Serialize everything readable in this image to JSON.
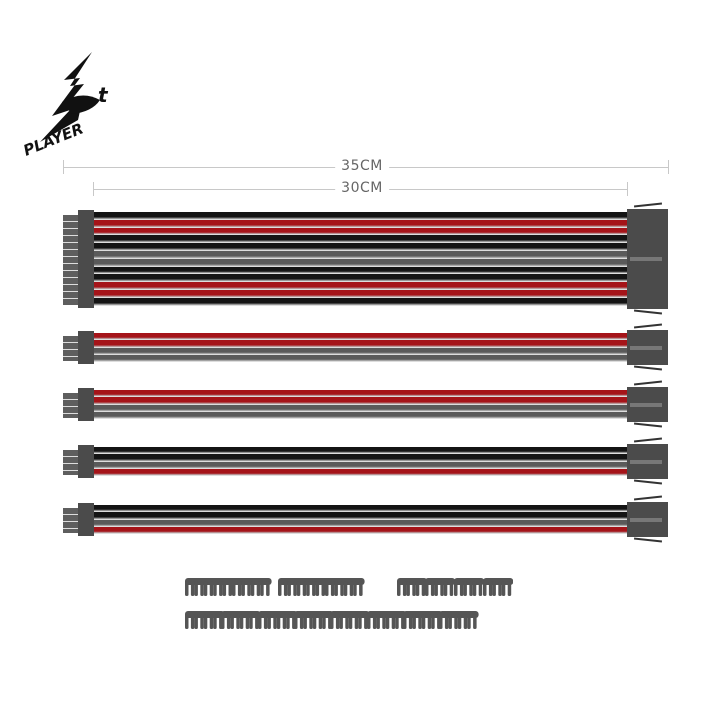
{
  "logo": {
    "text": "1st PLAYER"
  },
  "dimensions": {
    "outer_label": "35CM",
    "inner_label": "30CM",
    "line_color": "#c8c8c8"
  },
  "colors": {
    "black": "#141414",
    "red": "#a51419",
    "grey": "#5a5a5a",
    "connector": "#4b4b4b"
  },
  "cables": [
    {
      "type": "24-pin",
      "stripes": [
        "black",
        "red",
        "red",
        "black",
        "black",
        "grey",
        "grey",
        "black",
        "black",
        "red",
        "red",
        "black"
      ]
    },
    {
      "type": "8-pin",
      "stripes": [
        "red",
        "red",
        "grey",
        "grey"
      ]
    },
    {
      "type": "8-pin",
      "stripes": [
        "red",
        "red",
        "grey",
        "grey"
      ]
    },
    {
      "type": "8-pin",
      "stripes": [
        "black",
        "black",
        "grey",
        "red"
      ]
    },
    {
      "type": "8-pin",
      "stripes": [
        "black",
        "black",
        "grey",
        "red"
      ]
    }
  ],
  "cable_combs": {
    "row1": [
      9,
      9,
      3,
      3,
      3,
      3
    ],
    "row2": [
      4,
      4,
      4,
      4,
      4,
      4,
      4,
      4
    ]
  }
}
